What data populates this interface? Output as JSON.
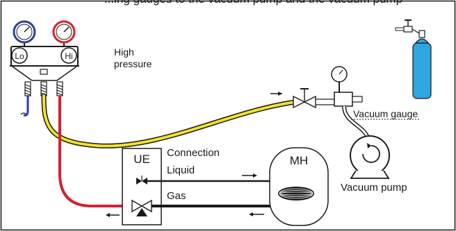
{
  "caption": {
    "partial": "...ing gauges to the vacuum pump and the vacuum pump"
  },
  "labels": {
    "high_pressure_line1": "High",
    "high_pressure_line2": "pressure",
    "vacuum_gauge": "Vacuum gauge",
    "vacuum_pump": "Vacuum pump",
    "connection": "Connection",
    "liquid": "Liquid",
    "gas": "Gas",
    "ue": "UE",
    "mh": "MH",
    "gauge_lo": "Lo",
    "gauge_hi": "Hi"
  },
  "colors": {
    "low_side_gauge": "#2b3f9e",
    "high_side_gauge": "#d4202f",
    "charging_hose": "#f2e32a",
    "high_side_hose": "#d4202f",
    "low_side_hose": "#2b3f9e",
    "refrigerant_cylinder": "#2ea6df",
    "outline": "#1a1a1a"
  },
  "icons": {
    "manifold": "manifold-gauge-icon",
    "lo_gauge": "pressure-gauge-icon",
    "hi_gauge": "pressure-gauge-icon",
    "vacuum_gauge": "pressure-gauge-icon",
    "vacuum_pump": "vacuum-pump-icon",
    "cylinder": "nitrogen-cylinder-icon",
    "valve": "ball-valve-icon",
    "coil": "heat-exchanger-coil-icon"
  }
}
